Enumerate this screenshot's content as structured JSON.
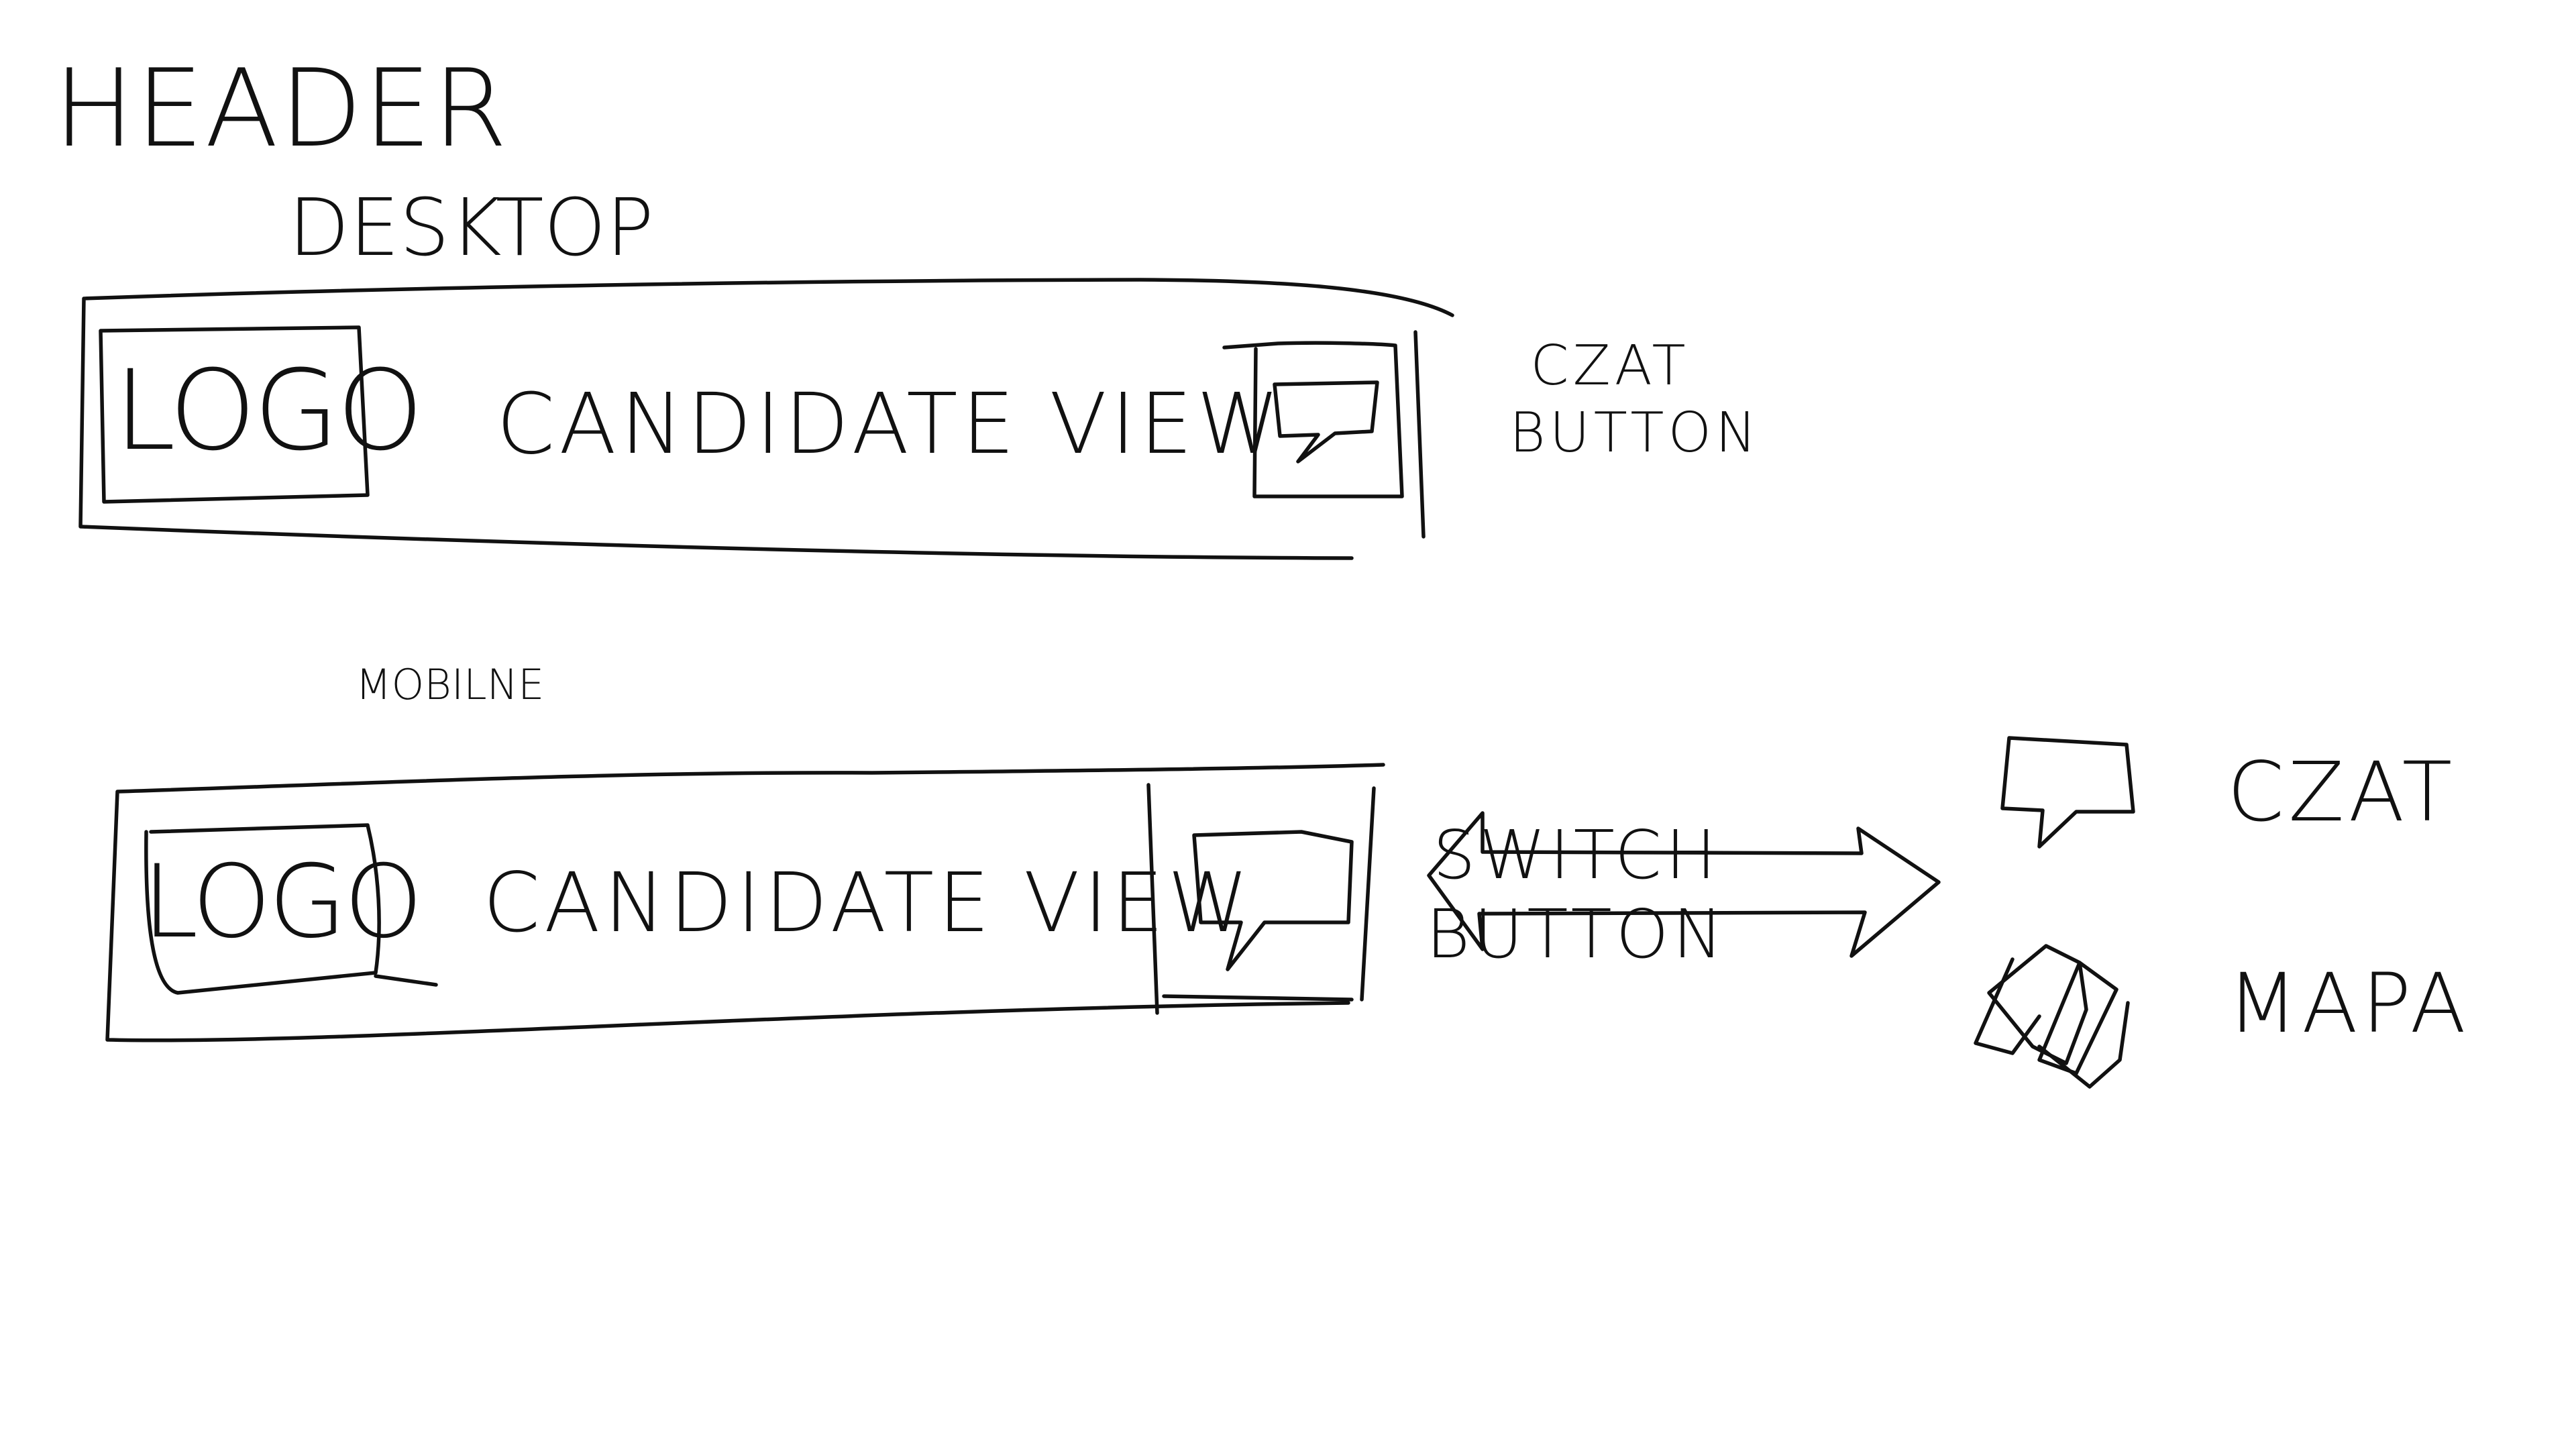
{
  "sketch": {
    "title": "HEADER",
    "desktop": {
      "label": "DESKTOP",
      "logo": "LOGO",
      "view_title": "CANDIDATE VIEW",
      "button_note": [
        "CZAT",
        "BUTTON"
      ]
    },
    "mobile": {
      "label": "MOBILNE",
      "logo": "LOGO",
      "view_title": "CANDIDATE VIEW",
      "button_note": [
        "SWITCH",
        "BUTTON"
      ],
      "switch_states": [
        {
          "icon": "chat-bubble-icon",
          "label": "CZAT"
        },
        {
          "icon": "map-icon",
          "label": "MAPA"
        }
      ]
    }
  }
}
